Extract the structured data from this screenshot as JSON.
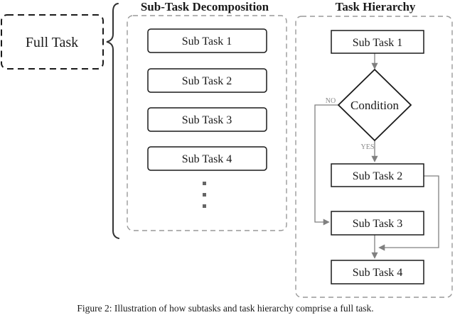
{
  "figure": {
    "full_task_label": "Full Task",
    "left_panel": {
      "title": "Sub-Task Decomposition",
      "boxes": [
        "Sub Task 1",
        "Sub Task 2",
        "Sub Task 3",
        "Sub Task 4"
      ]
    },
    "right_panel": {
      "title": "Task Hierarchy",
      "nodes": {
        "subtask1": "Sub Task 1",
        "condition": "Condition",
        "subtask2": "Sub Task 2",
        "subtask3": "Sub Task 3",
        "subtask4": "Sub Task 4"
      },
      "branch_labels": {
        "no": "NO",
        "yes": "YES"
      }
    },
    "caption": "Figure 2: Illustration of how subtasks and task hierarchy comprise a full task.",
    "colors": {
      "node_border": "#1a1a1a",
      "container_dash": "#999999",
      "arrow_gray": "#808080",
      "branch_label_gray": "#8a8a8a",
      "ellipsis_dot": "#666666",
      "background": "#ffffff"
    }
  }
}
